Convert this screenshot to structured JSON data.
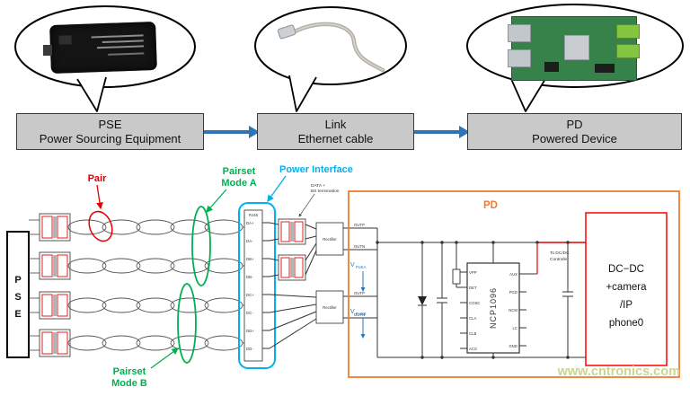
{
  "flow": {
    "boxes": [
      {
        "title": "PSE",
        "subtitle": "Power Sourcing Equipment"
      },
      {
        "title": "Link",
        "subtitle": "Ethernet cable"
      },
      {
        "title": "PD",
        "subtitle": "Powered Device"
      }
    ]
  },
  "annotations": {
    "pair": "Pair",
    "pairset_a_line1": "Pairset",
    "pairset_a_line2": "Mode A",
    "pairset_b_line1": "Pairset",
    "pairset_b_line2": "Mode B",
    "power_interface": "Power Interface",
    "pd_label": "PD"
  },
  "circuit": {
    "pse_letters": [
      "P",
      "S",
      "E"
    ],
    "rj45_label": "RJ45",
    "rj45_pins": [
      "DA+",
      "DA-",
      "DB+",
      "DB-",
      "DC+",
      "DC-",
      "DD+",
      "DD-"
    ],
    "data_term_line1": "DATA +",
    "data_term_line2": "BS termination",
    "rectifier_label": "Rectifier",
    "outp": "OUTP",
    "outn": "OUTN",
    "v_main": "V",
    "v_poea_sub": "PoEA",
    "v_poeb_sub": "PoEB",
    "chip_name": "NCP1096",
    "chip_pins_left": [
      "VPP",
      "DET",
      "COSC",
      "CLA",
      "CLB",
      "ACS"
    ],
    "chip_pins_right": [
      "AUX",
      "PGD",
      "NCM",
      "LC",
      "GND"
    ],
    "to_dcdc_line1": "To DC/DC",
    "to_dcdc_line2": "Controller",
    "dcdc_lines": [
      "DC−DC",
      "+camera",
      "/IP",
      "phone0"
    ]
  },
  "watermark": "www.cntronics.com",
  "colors": {
    "flow_arrow": "#2e75b6",
    "annotation_red": "#e00000",
    "annotation_green": "#00b050",
    "annotation_cyan": "#00b0f0",
    "pd_orange": "#ed7d31",
    "dcdc_border": "#ff0000",
    "watermark": "#ccd48f",
    "box_gray": "#c9c9c9"
  }
}
